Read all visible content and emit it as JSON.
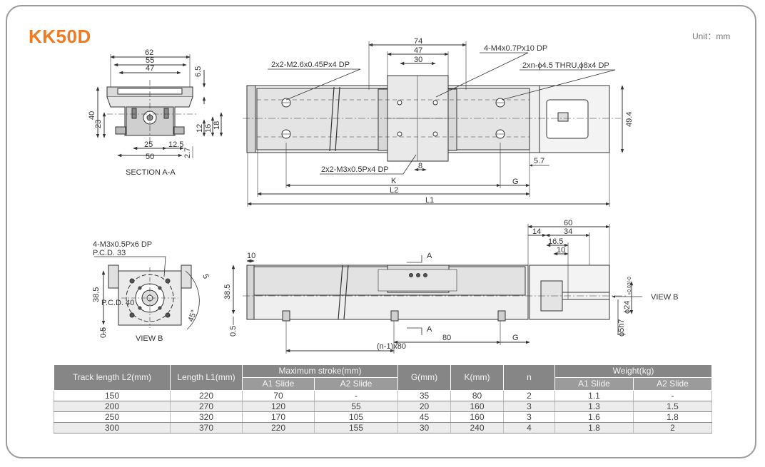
{
  "header": {
    "model": "KK50D",
    "unit": "Unit：mm"
  },
  "drawing": {
    "section_aa": {
      "caption": "SECTION A-A",
      "dims": {
        "d62": "62",
        "d55": "55",
        "d47": "47",
        "d6_5": "6.5",
        "d40": "40",
        "d23": "23",
        "d12": "12",
        "d16": "16",
        "d18": "18",
        "d25": "25",
        "d12_5": "12.5",
        "d50": "50",
        "d2_7": "2.7"
      }
    },
    "top_view": {
      "d74": "74",
      "d47": "47",
      "d30": "30",
      "note_m4": "4-M4x0.7Px10 DP",
      "note_m26": "2x2-M2.6x0.45Px4 DP",
      "note_holes": "2xn-ϕ4.5 THRU,ϕ8x4 DP",
      "note_m3": "2x2-M3x0.5Px4 DP",
      "d8": "8",
      "d5_7": "5.7",
      "d49_4": "49.4",
      "K": "K",
      "G": "G",
      "L2": "L2",
      "L1": "L1"
    },
    "view_b": {
      "note_m3": "4-M3x0.5Px6 DP",
      "pcd33": "P.C.D. 33",
      "pcd40": "P.C.D. 40",
      "d38_5": "38.5",
      "d0_5": "0.5",
      "d45": "45°",
      "d5": "5",
      "caption": "VIEW B"
    },
    "side_view": {
      "d10": "10",
      "d38_5": "38.5",
      "d0_5": "0.5",
      "d60": "60",
      "d14": "14",
      "d34": "34",
      "d16_5": "16.5",
      "d10b": "10",
      "A": "A",
      "d80": "80",
      "G": "G",
      "n80": "(n-1)x80",
      "phi24": "ϕ24",
      "phi24_tol": "+0.03/-0",
      "phi5": "ϕ5h7",
      "view_b": "VIEW B"
    }
  },
  "table": {
    "headers": {
      "track": "Track length L2(mm)",
      "length": "Length L1(mm)",
      "stroke": "Maximum stroke(mm)",
      "a1": "A1 Slide",
      "a2": "A2 Slide",
      "g": "G(mm)",
      "k": "K(mm)",
      "n": "n",
      "weight": "Weight(kg)",
      "wa1": "A1 Slide",
      "wa2": "A2 Slide"
    },
    "rows": [
      [
        "150",
        "220",
        "70",
        "-",
        "35",
        "80",
        "2",
        "1.1",
        "-"
      ],
      [
        "200",
        "270",
        "120",
        "55",
        "20",
        "160",
        "3",
        "1.3",
        "1.5"
      ],
      [
        "250",
        "320",
        "170",
        "105",
        "45",
        "160",
        "3",
        "1.6",
        "1.8"
      ],
      [
        "300",
        "370",
        "220",
        "155",
        "30",
        "240",
        "4",
        "1.8",
        "2"
      ]
    ]
  }
}
